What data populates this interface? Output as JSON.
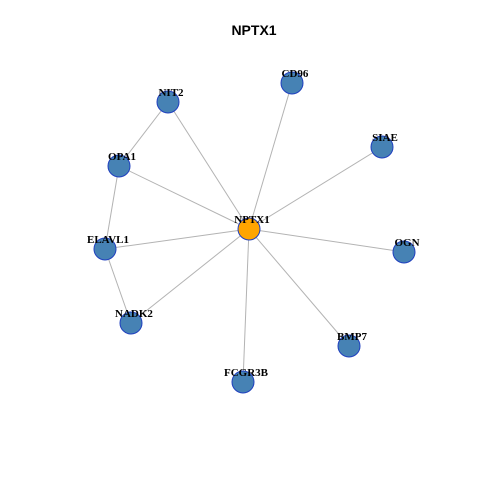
{
  "title": "NPTX1",
  "colors": {
    "hub_fill": "#ffa500",
    "node_fill": "#4682b4",
    "node_border": "#1f3fbf",
    "edge": "#b3b3b3"
  },
  "nodes": [
    {
      "id": "NPTX1",
      "label": "NPTX1",
      "role": "hub"
    },
    {
      "id": "CD96",
      "label": "CD96",
      "role": "neighbor"
    },
    {
      "id": "NIT2",
      "label": "NIT2",
      "role": "neighbor"
    },
    {
      "id": "OPA1",
      "label": "OPA1",
      "role": "neighbor"
    },
    {
      "id": "SIAE",
      "label": "SIAE",
      "role": "neighbor"
    },
    {
      "id": "ELAVL1",
      "label": "ELAVL1",
      "role": "neighbor"
    },
    {
      "id": "OGN",
      "label": "OGN",
      "role": "neighbor"
    },
    {
      "id": "NADK2",
      "label": "NADK2",
      "role": "neighbor"
    },
    {
      "id": "BMP7",
      "label": "BMP7",
      "role": "neighbor"
    },
    {
      "id": "FCGR3B",
      "label": "FCGR3B",
      "role": "neighbor"
    }
  ],
  "edges": [
    [
      "NPTX1",
      "CD96"
    ],
    [
      "NPTX1",
      "NIT2"
    ],
    [
      "NPTX1",
      "OPA1"
    ],
    [
      "NPTX1",
      "SIAE"
    ],
    [
      "NPTX1",
      "ELAVL1"
    ],
    [
      "NPTX1",
      "OGN"
    ],
    [
      "NPTX1",
      "NADK2"
    ],
    [
      "NPTX1",
      "BMP7"
    ],
    [
      "NPTX1",
      "FCGR3B"
    ],
    [
      "NIT2",
      "OPA1"
    ],
    [
      "OPA1",
      "ELAVL1"
    ],
    [
      "ELAVL1",
      "NADK2"
    ]
  ]
}
